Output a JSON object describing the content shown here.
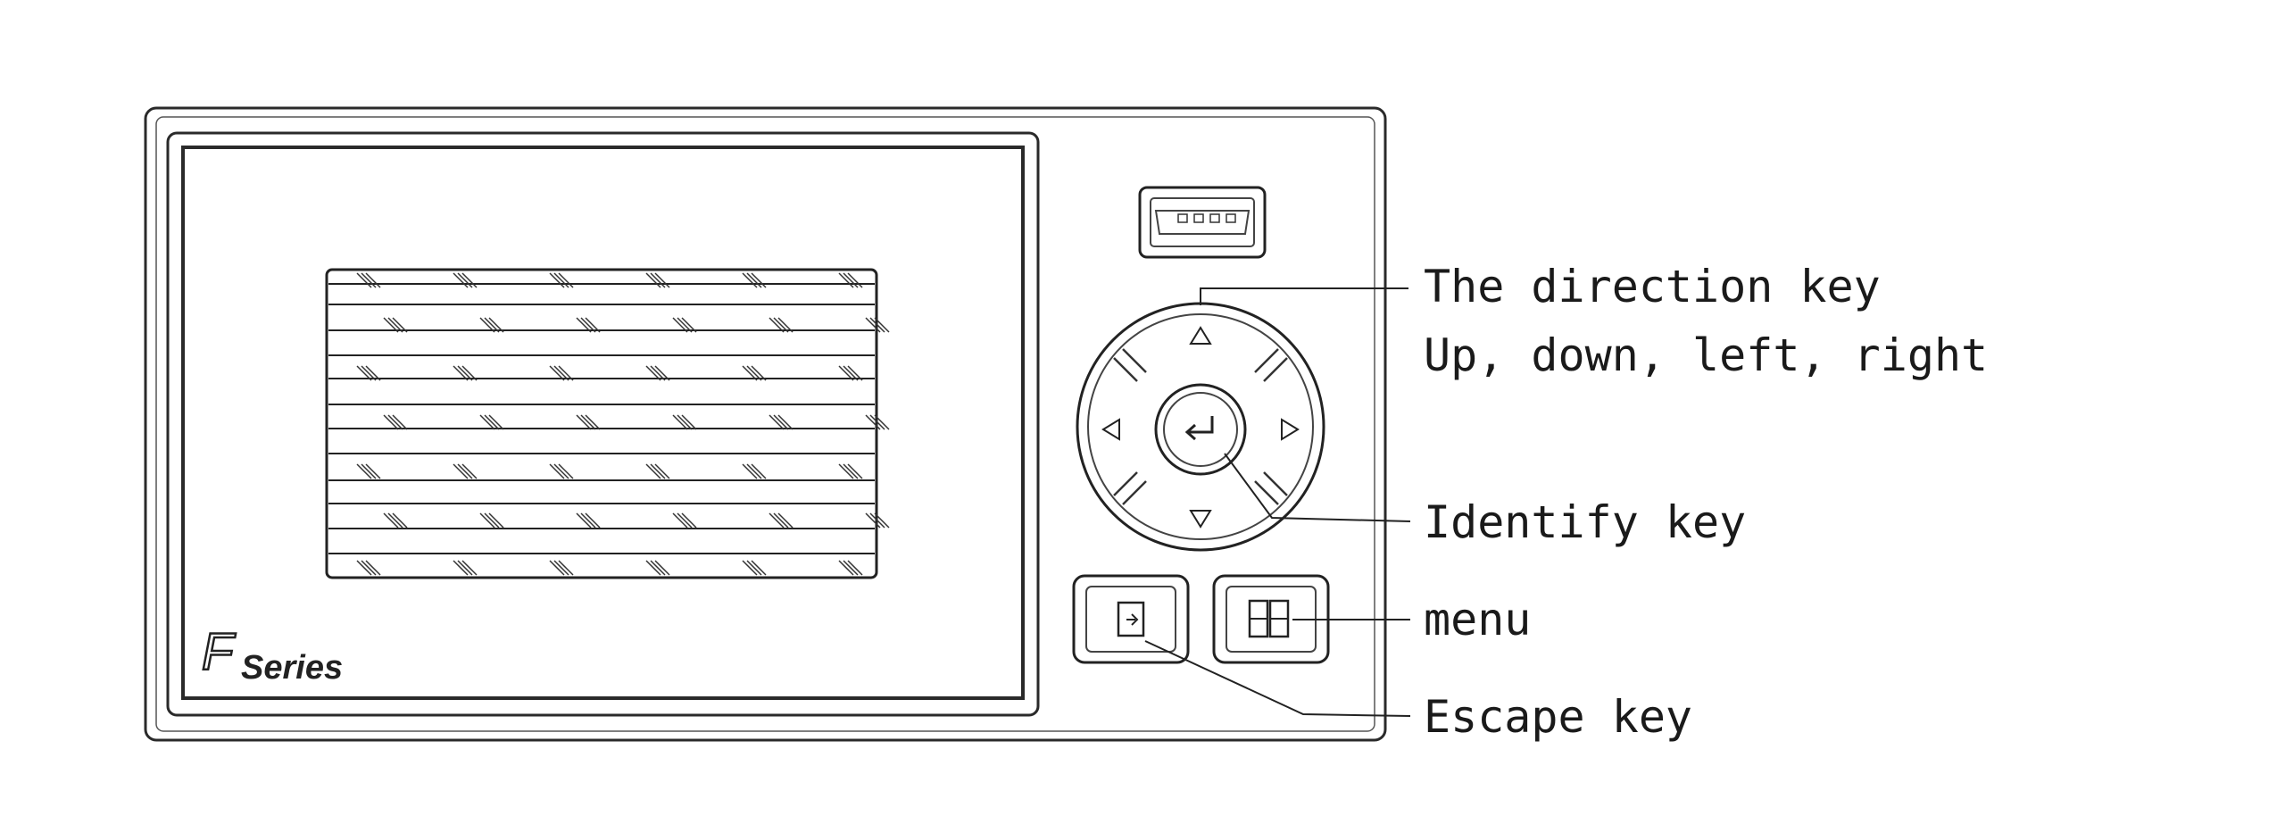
{
  "device": {
    "brand": {
      "prefix": "F",
      "series": "Series"
    }
  },
  "callouts": {
    "direction_key": "The direction key",
    "directions": "Up, down, left, right",
    "identify_key": "Identify key",
    "menu": "menu",
    "escape_key": "Escape key"
  }
}
